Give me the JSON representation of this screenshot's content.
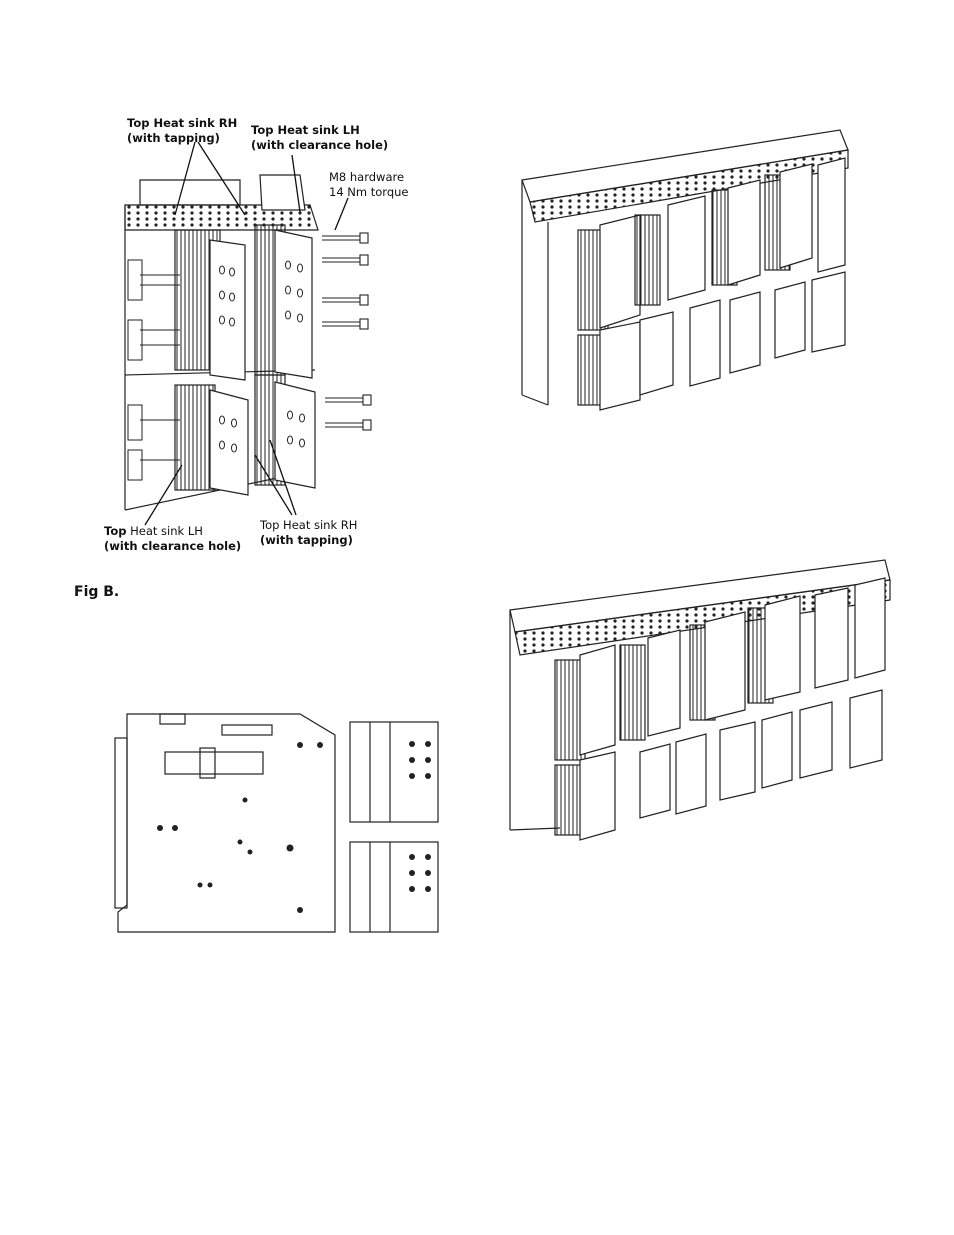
{
  "figure_a": {
    "callouts": {
      "top_rh_line1": "Top Heat sink RH",
      "top_rh_line2": "(with tapping)",
      "top_lh_line1": "Top Heat sink LH",
      "top_lh_line2": "(with clearance hole)",
      "hardware_line1": "M8 hardware",
      "hardware_line2": "14 Nm torque",
      "bottom_lh_bold": "Top",
      "bottom_lh_rest": " Heat sink LH",
      "bottom_lh_line2": "(with clearance hole)",
      "bottom_rh_line1": "Top Heat sink RH",
      "bottom_rh_line2": "(with tapping)"
    }
  },
  "figure_b": {
    "caption": "Fig B."
  }
}
